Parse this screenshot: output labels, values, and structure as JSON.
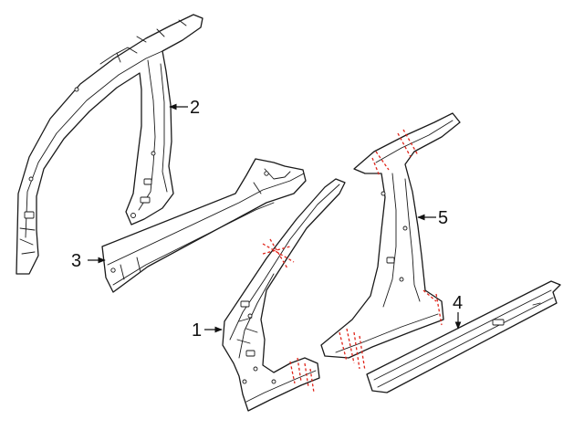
{
  "callouts": [
    {
      "id": "1",
      "label": "1"
    },
    {
      "id": "2",
      "label": "2"
    },
    {
      "id": "3",
      "label": "3"
    },
    {
      "id": "4",
      "label": "4"
    },
    {
      "id": "5",
      "label": "5"
    }
  ],
  "colors": {
    "cut_line": "#e0251b",
    "line_art": "#1a1a1a",
    "background": "#ffffff"
  }
}
